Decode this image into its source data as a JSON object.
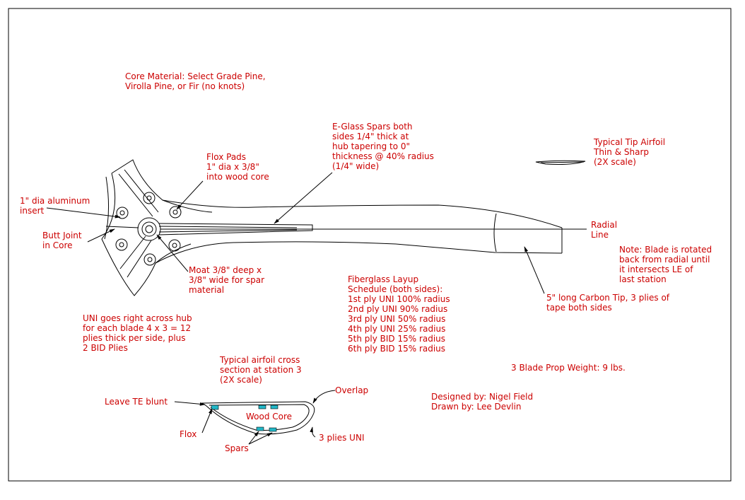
{
  "colors": {
    "ink": "#000000",
    "label": "#cc0000",
    "pad": "#22b8c8",
    "background": "#ffffff"
  },
  "notes": {
    "core_material": [
      "Core Material:  Select Grade Pine,",
      "Virolla Pine, or Fir (no knots)"
    ],
    "spars": [
      "E-Glass Spars both",
      "sides 1/4\" thick at",
      "hub tapering to 0\"",
      "thickness @ 40% radius",
      "(1/4\" wide)"
    ],
    "tip_airfoil": [
      "Typical Tip Airfoil",
      "Thin & Sharp",
      "(2X scale)"
    ],
    "flox_pads": [
      "Flox Pads",
      "1\" dia x 3/8\"",
      "into wood core"
    ],
    "aluminum_insert": [
      "1\" dia aluminum",
      "insert"
    ],
    "butt_joint": [
      "Butt Joint",
      "in Core"
    ],
    "moat": [
      "Moat 3/8\" deep x",
      "3/8\" wide for spar",
      "material"
    ],
    "radial_line": [
      "Radial",
      "Line"
    ],
    "rotation_note": [
      "Note: Blade is rotated",
      "back from radial until",
      "it intersects LE of",
      "last station"
    ],
    "carbon_tip": [
      "5\" long Carbon Tip, 3 plies of",
      "tape both sides"
    ],
    "layup": [
      "Fiberglass Layup",
      "Schedule (both sides):",
      "1st ply UNI 100% radius",
      "2nd ply UNI 90% radius",
      "3rd ply UNI 50% radius",
      "4th ply UNI 25% radius",
      "5th ply BID 15% radius",
      "6th ply BID 15% radius"
    ],
    "uni_hub": [
      "UNI goes right across hub",
      "for each blade 4 x 3 = 12",
      "plies thick per side, plus",
      "2 BID Plies"
    ],
    "airfoil_section": [
      "Typical airfoil cross",
      "section at station 3",
      "(2X scale)"
    ],
    "weight": "3 Blade Prop Weight: 9 lbs.",
    "te_blunt": "Leave TE blunt",
    "overlap": "Overlap",
    "wood_core": "Wood Core",
    "flox": "Flox",
    "spars_label": "Spars",
    "three_plies": "3 plies UNI",
    "credits": [
      "Designed by:   Nigel Field",
      "Drawn by: Lee Devlin"
    ]
  }
}
